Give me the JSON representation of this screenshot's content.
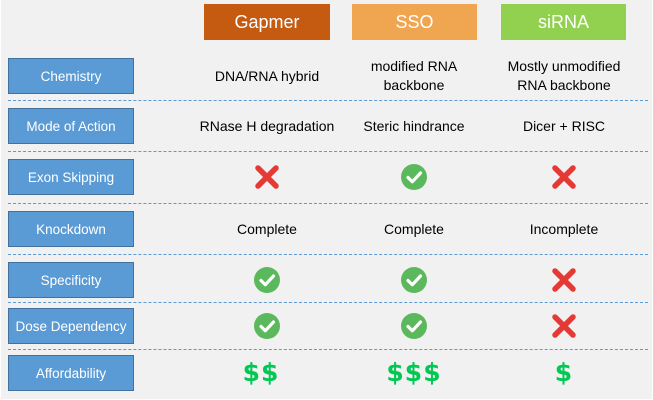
{
  "colors": {
    "gapmer": "#c55a11",
    "sso": "#f0a650",
    "sirna": "#92d050",
    "row_label_bg": "#5b9bd5",
    "check": "#5cb85c",
    "cross": "#e53935",
    "dollar": "#00c853"
  },
  "columns": [
    "Gapmer",
    "SSO",
    "siRNA"
  ],
  "rows": [
    {
      "label": "Chemistry",
      "cells": [
        "DNA/RNA hybrid",
        "modified RNA\nbackbone",
        "Mostly unmodified\nRNA backbone"
      ]
    },
    {
      "label": "Mode of Action",
      "cells": [
        "RNase H degradation",
        "Steric hindrance",
        "Dicer + RISC"
      ]
    },
    {
      "label": "Exon Skipping",
      "cells": [
        "x-icon",
        "check-icon",
        "x-icon"
      ]
    },
    {
      "label": "Knockdown",
      "cells": [
        "Complete",
        "Complete",
        "Incomplete"
      ]
    },
    {
      "label": "Specificity",
      "cells": [
        "check-icon",
        "check-icon",
        "x-icon"
      ]
    },
    {
      "label": "Dose Dependency",
      "cells": [
        "check-icon",
        "check-icon",
        "x-icon"
      ]
    },
    {
      "label": "Affordability",
      "cells": [
        "$$",
        "$$$",
        "$"
      ]
    }
  ]
}
